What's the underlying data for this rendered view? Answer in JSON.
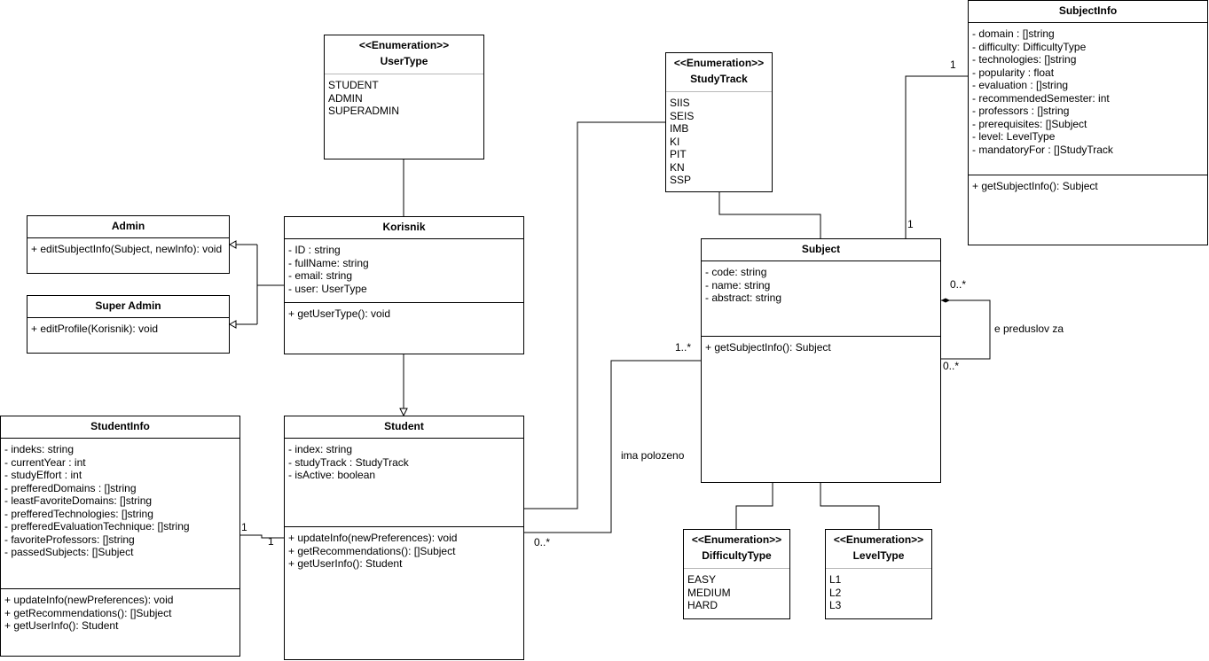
{
  "classes": {
    "usertype": {
      "stereotype": "<<Enumeration>>",
      "name": "UserType",
      "values": [
        "STUDENT",
        "ADMIN",
        "SUPERADMIN"
      ]
    },
    "studytrack": {
      "stereotype": "<<Enumeration>>",
      "name": "StudyTrack",
      "values": [
        "SIIS",
        "SEIS",
        "IMB",
        "KI",
        "PIT",
        "KN",
        "SSP"
      ]
    },
    "subjectinfo": {
      "name": "SubjectInfo",
      "attributes": [
        "- domain : []string",
        "- difficulty: DifficultyType",
        "- technologies: []string",
        "- popularity : float",
        "- evaluation : []string",
        "- recommendedSemester: int",
        "- professors : []string",
        "- prerequisites: []Subject",
        "- level: LevelType",
        "- mandatoryFor : []StudyTrack"
      ],
      "methods": [
        "+ getSubjectInfo(): Subject"
      ]
    },
    "admin": {
      "name": "Admin",
      "methods": [
        "+ editSubjectInfo(Subject, newInfo): void"
      ]
    },
    "superadmin": {
      "name": "Super Admin",
      "methods": [
        "+ editProfile(Korisnik): void"
      ]
    },
    "korisnik": {
      "name": "Korisnik",
      "attributes": [
        "- ID : string",
        "- fullName: string",
        "- email: string",
        "- user: UserType"
      ],
      "methods": [
        "+ getUserType(): void"
      ]
    },
    "subject": {
      "name": "Subject",
      "attributes": [
        "- code: string",
        "- name: string",
        "- abstract: string"
      ],
      "methods": [
        "+ getSubjectInfo(): Subject"
      ]
    },
    "studentinfo": {
      "name": "StudentInfo",
      "attributes": [
        "- indeks: string",
        "- currentYear : int",
        "- studyEffort : int",
        "- prefferedDomains : []string",
        "- leastFavoriteDomains: []string",
        "- prefferedTechnologies: []string",
        "- prefferedEvaluationTechnique: []string",
        "- favoriteProfessors: []string",
        "- passedSubjects: []Subject"
      ],
      "methods": [
        "+ updateInfo(newPreferences): void",
        "+ getRecommendations(): []Subject",
        "+ getUserInfo(): Student"
      ]
    },
    "student": {
      "name": "Student",
      "attributes": [
        "- index: string",
        "- studyTrack : StudyTrack",
        "- isActive: boolean"
      ],
      "methods": [
        "+ updateInfo(newPreferences): void",
        "+ getRecommendations(): []Subject",
        "+ getUserInfo(): Student"
      ]
    },
    "difficultytype": {
      "stereotype": "<<Enumeration>>",
      "name": "DifficultyType",
      "values": [
        "EASY",
        "MEDIUM",
        "HARD"
      ]
    },
    "leveltype": {
      "stereotype": "<<Enumeration>>",
      "name": "LevelType",
      "values": [
        "L1",
        "L2",
        "L3"
      ]
    }
  },
  "labels": {
    "subjectinfo_mult": "1",
    "subject_top_mult": "1",
    "self_mult_top": "0..*",
    "self_mult_bottom": "0..*",
    "self_assoc": "e preduslov za",
    "subject_left_mult": "1..*",
    "student_mult": "0..*",
    "passed_assoc": "ima polozeno",
    "studentinfo_mult": "1",
    "student_left_mult": "1"
  }
}
